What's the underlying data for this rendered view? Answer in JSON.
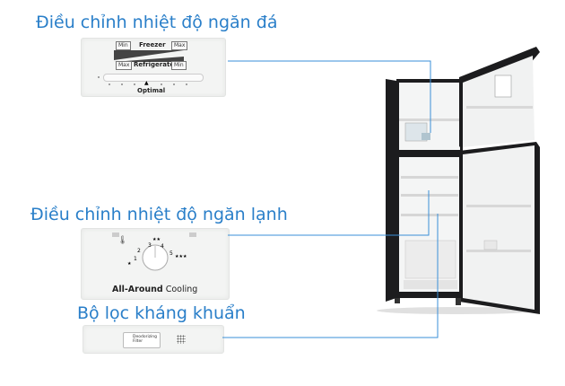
{
  "headings": {
    "freezer": "Điều chỉnh nhiệt độ ngăn đá",
    "fridge": "Điều chỉnh nhiệt độ ngăn lạnh",
    "filter": "Bộ lọc kháng khuẩn"
  },
  "freezer_panel": {
    "min_left": "Min",
    "freezer": "Freezer",
    "max_right": "Max",
    "max_left": "Max",
    "refrigerator": "Refrigerator",
    "min_right": "Min",
    "optimal": "Optimal",
    "optimal_mark": "▲"
  },
  "fridge_panel": {
    "dial_numbers": [
      "1",
      "2",
      "3",
      "4",
      "5"
    ],
    "star_left": "★",
    "stars_top": "★★",
    "stars_right": "★★★",
    "brand_bold": "All-Around",
    "brand_text": "Cooling",
    "thermo_icon": "🌡"
  },
  "filter_panel": {
    "label_line1": "Deodorizing",
    "label_line2": "Filter"
  },
  "colors": {
    "heading": "#2a7fc9",
    "leader": "#3a8fd8",
    "fridge_body": "#1c1c1e",
    "interior": "#f4f5f5"
  }
}
